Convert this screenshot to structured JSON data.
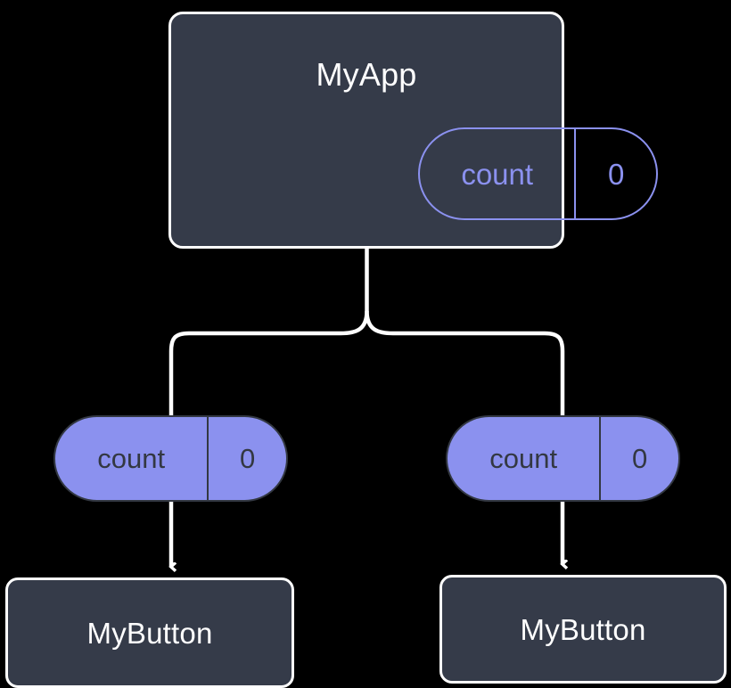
{
  "diagram": {
    "title": "react-state-propagation-tree",
    "background_color": "#000000",
    "colors": {
      "component_fill": "#353b49",
      "component_border": "#ffffff",
      "component_text": "#ffffff",
      "state_accent": "#8b91ef",
      "state_text_on_fill": "#333842",
      "edge": "#ffffff"
    },
    "nodes": {
      "root": {
        "label": "MyApp",
        "state": {
          "key": "count",
          "value": "0"
        }
      },
      "left_state": {
        "key": "count",
        "value": "0"
      },
      "right_state": {
        "key": "count",
        "value": "0"
      },
      "left_child": {
        "label": "MyButton"
      },
      "right_child": {
        "label": "MyButton"
      }
    }
  }
}
